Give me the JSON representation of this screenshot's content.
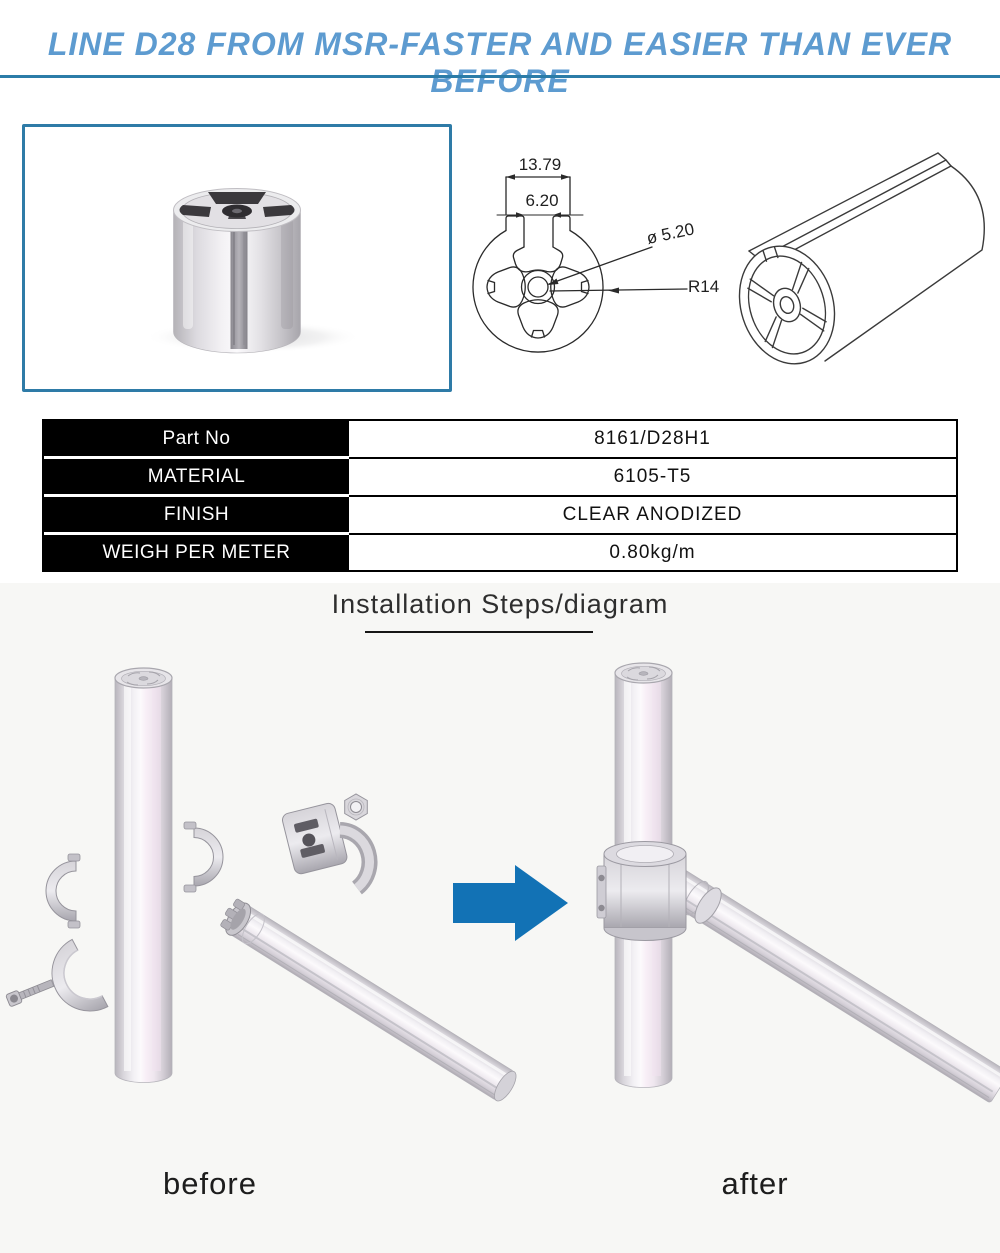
{
  "header": {
    "title": "LINE D28 FROM MSR-FASTER AND EASIER THAN EVER BEFORE"
  },
  "figures": {
    "cross_section": {
      "dim_outer_width": "13.79",
      "dim_slot_width": "6.20",
      "dim_hole_dia": "ø 5.20",
      "dim_radius": "R14"
    }
  },
  "spec_table": {
    "rows": [
      {
        "label": "Part No",
        "value": "8161/D28H1"
      },
      {
        "label": "MATERIAL",
        "value": "6105-T5"
      },
      {
        "label": "FINISH",
        "value": "CLEAR ANODIZED"
      },
      {
        "label": "WEIGH PER METER",
        "value": "0.80kg/m"
      }
    ]
  },
  "installation": {
    "heading": "Installation Steps/diagram",
    "before_label": "before",
    "after_label": "after"
  },
  "colors": {
    "accent_blue": "#5d9bd0",
    "rule_teal": "#2b7ca8",
    "box_border": "#2e7ba7",
    "arrow_blue": "#1272b5",
    "section_bg": "#f7f7f5",
    "table_header_bg": "#000000"
  }
}
